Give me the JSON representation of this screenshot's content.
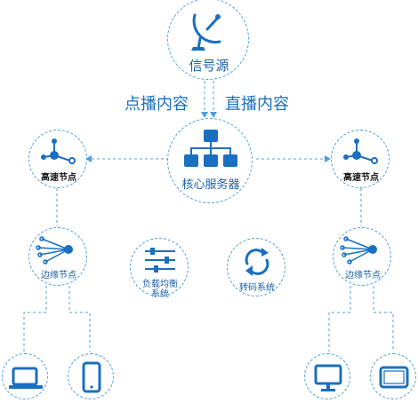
{
  "diagram": {
    "source": {
      "label": "信号源",
      "icon": "satellite-dish-icon"
    },
    "core": {
      "label": "核心服务器",
      "icon": "server-hierarchy-icon"
    },
    "edge_labels": {
      "on_demand": "点播内容",
      "live": "直播内容"
    },
    "high_speed_left": {
      "label": "高速节点",
      "icon": "network-node-icon"
    },
    "high_speed_right": {
      "label": "高速节点",
      "icon": "network-node-icon"
    },
    "edge_node_left": {
      "label": "边缘节点",
      "icon": "fan-out-node-icon"
    },
    "edge_node_right": {
      "label": "边缘节点",
      "icon": "fan-out-node-icon"
    },
    "load_balance": {
      "label_line1": "负载均衡",
      "label_line2": "系统",
      "icon": "slider-controls-icon"
    },
    "transcode": {
      "label": "转码系统",
      "icon": "refresh-arrows-icon"
    },
    "devices": {
      "laptop": {
        "icon": "laptop-icon"
      },
      "phone": {
        "icon": "smartphone-icon"
      },
      "desktop": {
        "icon": "monitor-icon"
      },
      "tablet": {
        "icon": "tablet-icon"
      }
    },
    "colors": {
      "accent": "#1a6fc0",
      "line": "#4a9fe0",
      "text": "#1a5fa8"
    }
  }
}
